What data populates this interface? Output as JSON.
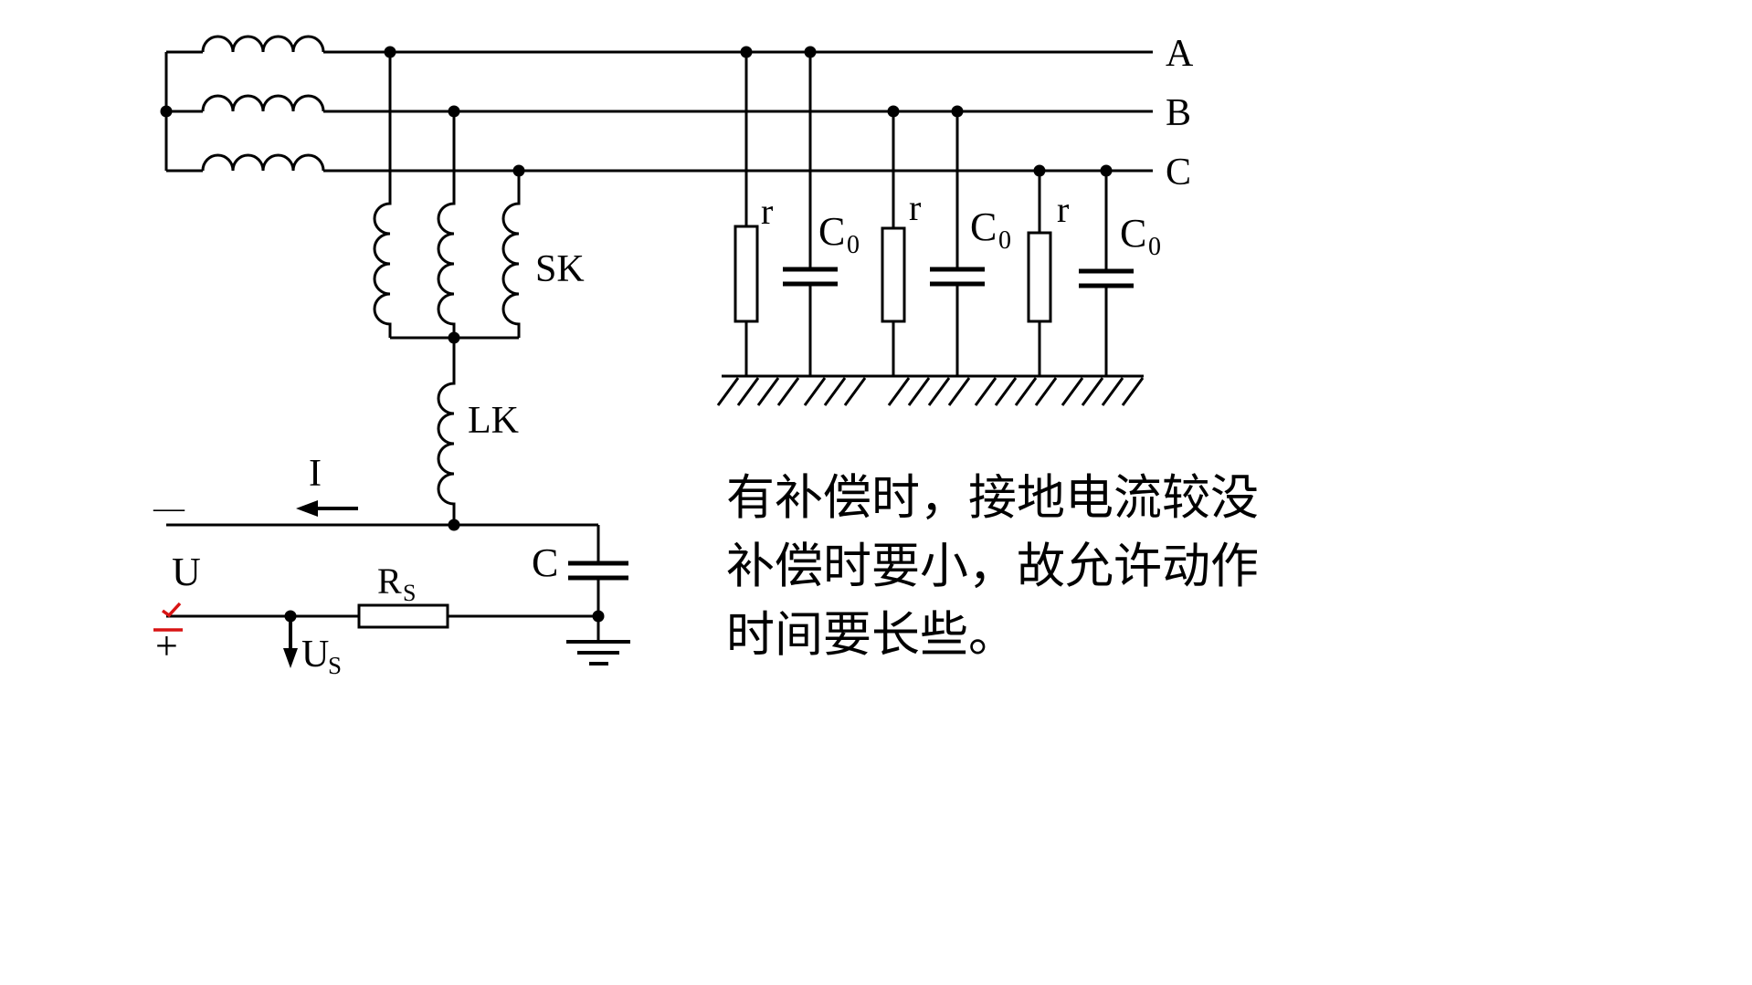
{
  "diagram": {
    "phases": {
      "a": "A",
      "b": "B",
      "c": "C"
    },
    "components": {
      "sk": "SK",
      "lk": "LK",
      "current": "I",
      "source_u": "U",
      "cap_c": "C",
      "rs": {
        "main": "R",
        "sub": "S"
      },
      "us": {
        "main": "U",
        "sub": "S"
      },
      "r": "r",
      "c0": {
        "main": "C",
        "sub": "0"
      }
    },
    "polarity": {
      "minus": "—",
      "plus": "+"
    }
  },
  "annotation": {
    "lines": [
      "有补偿时，接地电流较没",
      "补偿时要小，故允许动作",
      "时间要长些。"
    ]
  },
  "colors": {
    "ink": "#000000",
    "accent_red": "#d81414",
    "background": "#ffffff"
  }
}
